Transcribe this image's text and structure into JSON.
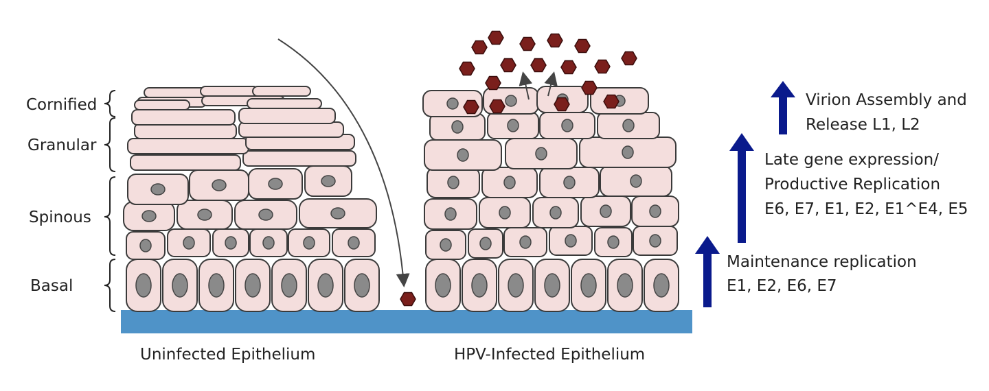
{
  "layers": {
    "cornified": "Cornified",
    "granular": "Granular",
    "spinous": "Spinous",
    "basal": "Basal"
  },
  "captions": {
    "uninfected": "Uninfected Epithelium",
    "infected": "HPV-Infected Epithelium"
  },
  "stages": {
    "virion_line1": "Virion Assembly and",
    "virion_line2": "Release L1, L2",
    "late_line1": "Late gene expression/",
    "late_line2": "Productive Replication",
    "late_line3": "E6, E7, E1, E2, E1^E4, E5",
    "maint_line1": "Maintenance replication",
    "maint_line2": "E1, E2, E6, E7"
  },
  "colors": {
    "cell_fill": "#f4dedd",
    "cell_stroke": "#3a3a3a",
    "nucleus": "#8a8a8a",
    "virion": "#7a1f1c",
    "membrane": "#4f93c8",
    "stage_arrow": "#0a1a8c"
  }
}
